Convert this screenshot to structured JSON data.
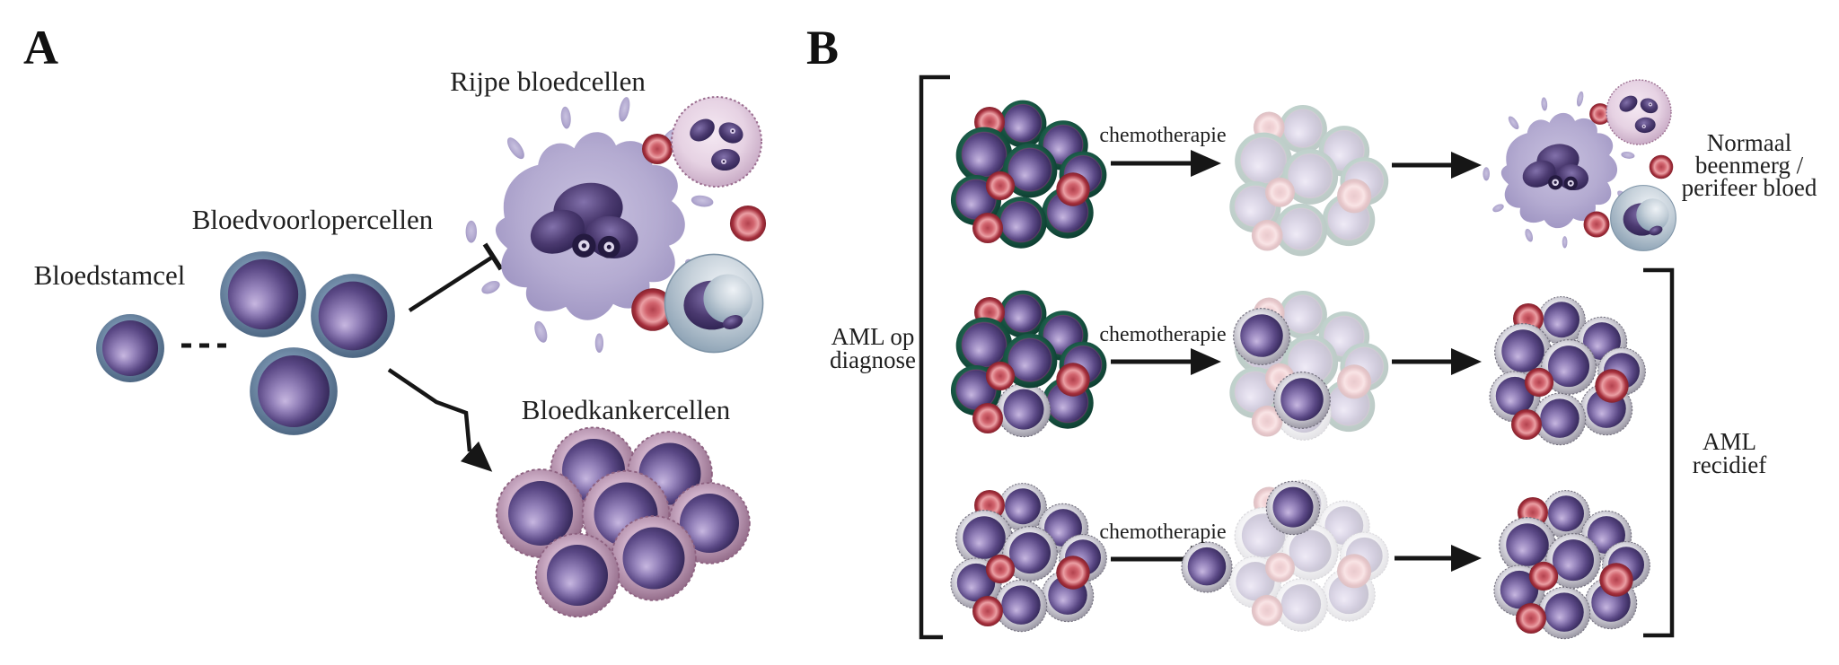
{
  "figure": {
    "panel_a": {
      "letter": "A",
      "labels": {
        "stem_cell": "Bloedstamcel",
        "progenitor_cells": "Bloedvoorlopercellen",
        "mature_blood_cells": "Rijpe bloedcellen",
        "leukemia_cells": "Bloedkankercellen"
      }
    },
    "panel_b": {
      "letter": "B",
      "diagnosis_bracket_label": {
        "line1": "AML op",
        "line2": "diagnose"
      },
      "chemotherapy_label": "chemotherapie",
      "outcome_normal": {
        "line1": "Normaal",
        "line2": "beenmerg /",
        "line3": "perifeer bloed"
      },
      "outcome_relapse": {
        "line1": "AML",
        "line2": "recidief"
      }
    }
  },
  "palette": {
    "background": "#ffffff",
    "text": "#1f1f1f",
    "line_black": "#161616",
    "cell_rim_green": "#1d6450",
    "cell_rim_white": "#dedde4",
    "cell_rim_pink": "#cdaec7",
    "cell_rim_blue": "#7691ad",
    "cell_body_purple": "#5a4885",
    "red_blood_cell": "#a52f3c",
    "mature_cell_lavender": "#b4abd1",
    "faded_cluster_opacity": "0.27"
  }
}
